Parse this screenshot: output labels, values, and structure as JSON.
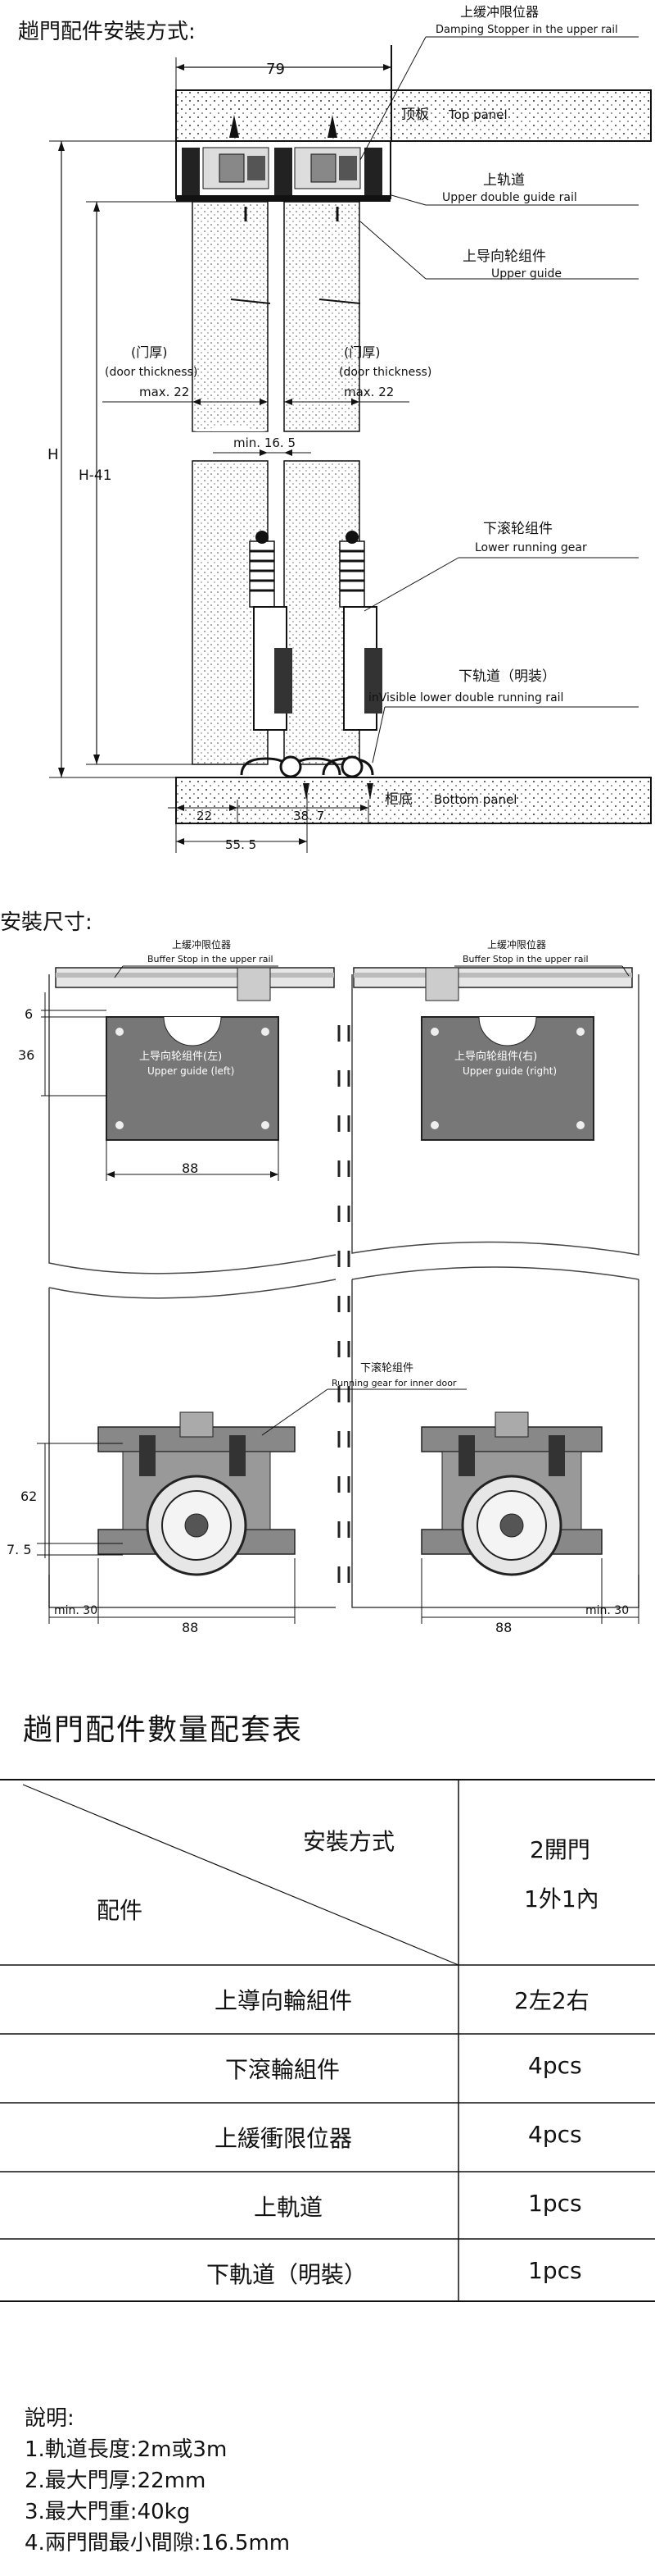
{
  "diagram1": {
    "title": "趟門配件安裝方式:",
    "dim_width": "79",
    "label_stopper_cn": "上缓冲限位器",
    "label_stopper_en": "Damping Stopper in the upper rail",
    "label_top_panel_cn": "顶板",
    "label_top_panel_en": "Top panel",
    "label_upper_rail_cn": "上轨道",
    "label_upper_rail_en": "Upper double guide rail",
    "label_upper_guide_cn": "上导向轮组件",
    "label_upper_guide_en": "Upper guide",
    "door_thick_cn": "(门厚)",
    "door_thick_en": "(door thickness)",
    "door_thick_max": "max. 22",
    "dim_gap": "min. 16. 5",
    "dim_H": "H",
    "dim_H41": "H-41",
    "label_lower_gear_cn": "下滚轮组件",
    "label_lower_gear_en": "Lower running gear",
    "label_lower_rail_cn": "下轨道（明装）",
    "label_lower_rail_en": "inVisible lower double running rail",
    "label_bottom_cn": "柜底",
    "label_bottom_en": "Bottom panel",
    "dim_22": "22",
    "dim_387": "38. 7",
    "dim_555": "55. 5"
  },
  "diagram2": {
    "title": "安裝尺寸:",
    "stopper_cn": "上缓冲限位器",
    "stopper_en": "Buffer Stop in the upper rail",
    "guide_left_cn": "上导向轮组件(左)",
    "guide_left_en": "Upper guide (left)",
    "guide_right_cn": "上导向轮组件(右)",
    "guide_right_en": "Upper guide (right)",
    "dim_6": "6",
    "dim_36": "36",
    "dim_88": "88",
    "running_cn": "下滚轮组件",
    "running_en": "Running gear for inner door",
    "dim_62": "62",
    "dim_75": "7. 5",
    "dim_min30": "min. 30"
  },
  "table": {
    "title": "趟門配件數量配套表",
    "header_method": "安裝方式",
    "header_part": "配件",
    "header_door": "2開門",
    "header_door2": "1外1內",
    "rows": [
      {
        "part": "上導向輪組件",
        "qty": "2左2右"
      },
      {
        "part": "下滾輪組件",
        "qty": "4pcs"
      },
      {
        "part": "上緩衝限位器",
        "qty": "4pcs"
      },
      {
        "part": "上軌道",
        "qty": "1pcs"
      },
      {
        "part": "下軌道（明裝）",
        "qty": "1pcs"
      }
    ]
  },
  "notes": {
    "title": "說明:",
    "items": [
      "1.軌道長度:2m或3m",
      "2.最大門厚:22mm",
      "3.最大門重:40kg",
      "4.兩門間最小間隙:16.5mm"
    ]
  }
}
